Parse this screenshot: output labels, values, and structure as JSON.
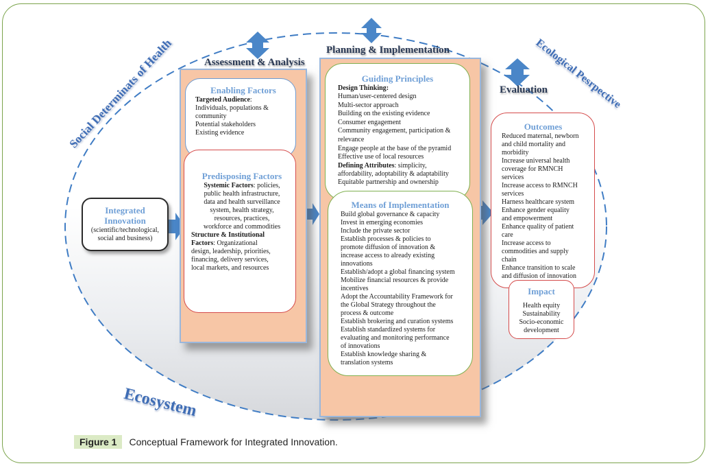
{
  "figure": {
    "label": "Figure 1",
    "caption": "Conceptual Framework for Integrated Innovation."
  },
  "arc_labels": {
    "social": "Social Determinats of Health",
    "ecological": "Ecological Pesrpective",
    "ecosystem": "Ecosystem"
  },
  "phases": {
    "assessment": "Assessment & Analysis",
    "planning": "Planning & Implementation",
    "evaluation": "Evaluation"
  },
  "integrated_innovation": {
    "title_line1": "Integrated",
    "title_line2": "Innovation",
    "sub_line1": "(scientific/technological,",
    "sub_line2": "social and business)"
  },
  "enabling_factors": {
    "title": "Enabling Factors",
    "heading": "Targeted Audience",
    "items": [
      "Individuals, populations &",
      "community",
      "Potential stakeholders",
      "Existing evidence"
    ]
  },
  "predisposing_factors": {
    "title": "Predisposing Factors",
    "systemic_heading": "Systemic Factors",
    "systemic_lines": [
      ": policies,",
      "public health infrastructure,",
      "data and health surveillance",
      "system, health strategy,",
      "resources, practices,",
      "workforce and commodities"
    ],
    "structure_heading1": "Structure & Institutional",
    "structure_heading2": "Factors",
    "structure_lines": [
      ": Organizational",
      "design, leadership, priorities,",
      "financing, delivery services,",
      "local markets, and resources"
    ]
  },
  "guiding_principles": {
    "title": "Guiding Principles",
    "design_heading": "Design Thinking",
    "items": [
      "Human/user-centered design",
      "Multi-sector approach",
      "Building on the existing evidence",
      "Consumer engagement",
      "Community engagement, participation &",
      "relevance",
      "Engage people at the base of the pyramid",
      "Effective use of local resources"
    ],
    "attributes_heading": "Defining Attributes",
    "attributes_line1": ": simplicity,",
    "attributes_line2": "affordability, adoptability & adaptability",
    "last_item": "Equitable partnership and ownership"
  },
  "means_of_implementation": {
    "title": "Means of Implementation",
    "items": [
      "Build global governance & capacity",
      "Invest in emerging economies",
      "Include the private sector",
      "Establish processes & policies to",
      "promote diffusion of innovation &",
      "increase access to already existing",
      "innovations",
      "Establish/adopt a global financing system",
      "Mobilize financial resources & provide",
      "incentives",
      "Adopt the Accountability Framework for",
      "the Global Strategy throughout the",
      "process & outcome",
      "Establish brokering and curation systems",
      "Establish standardized systems for",
      "evaluating and monitoring performance",
      "of innovations",
      "Establish knowledge sharing &",
      "translation systems"
    ]
  },
  "outcomes": {
    "title": "Outcomes",
    "items": [
      "Reduced maternal, newborn",
      "and child mortality and",
      "morbidity",
      "Increase universal health",
      "coverage for RMNCH",
      "services",
      "Increase access to RMNCH",
      "services",
      "Harness healthcare system",
      "Enhance gender equality",
      "and empowerment",
      "Enhance quality of patient",
      "care",
      "Increase access to",
      "commodities and supply",
      "chain",
      "Enhance transition to scale",
      "and diffusion of innovation"
    ]
  },
  "impact": {
    "title": "Impact",
    "items": [
      "Health equity",
      "Sustainability",
      "Socio-economic",
      "development"
    ]
  },
  "colors": {
    "frame_border": "#7aa34a",
    "dashed_arc": "#3f7cc4",
    "panel_fill": "#f7c6a6",
    "card_title": "#6f9fd6",
    "arrow": "#4a86c8",
    "caption_label_bg": "#dbeac5"
  }
}
